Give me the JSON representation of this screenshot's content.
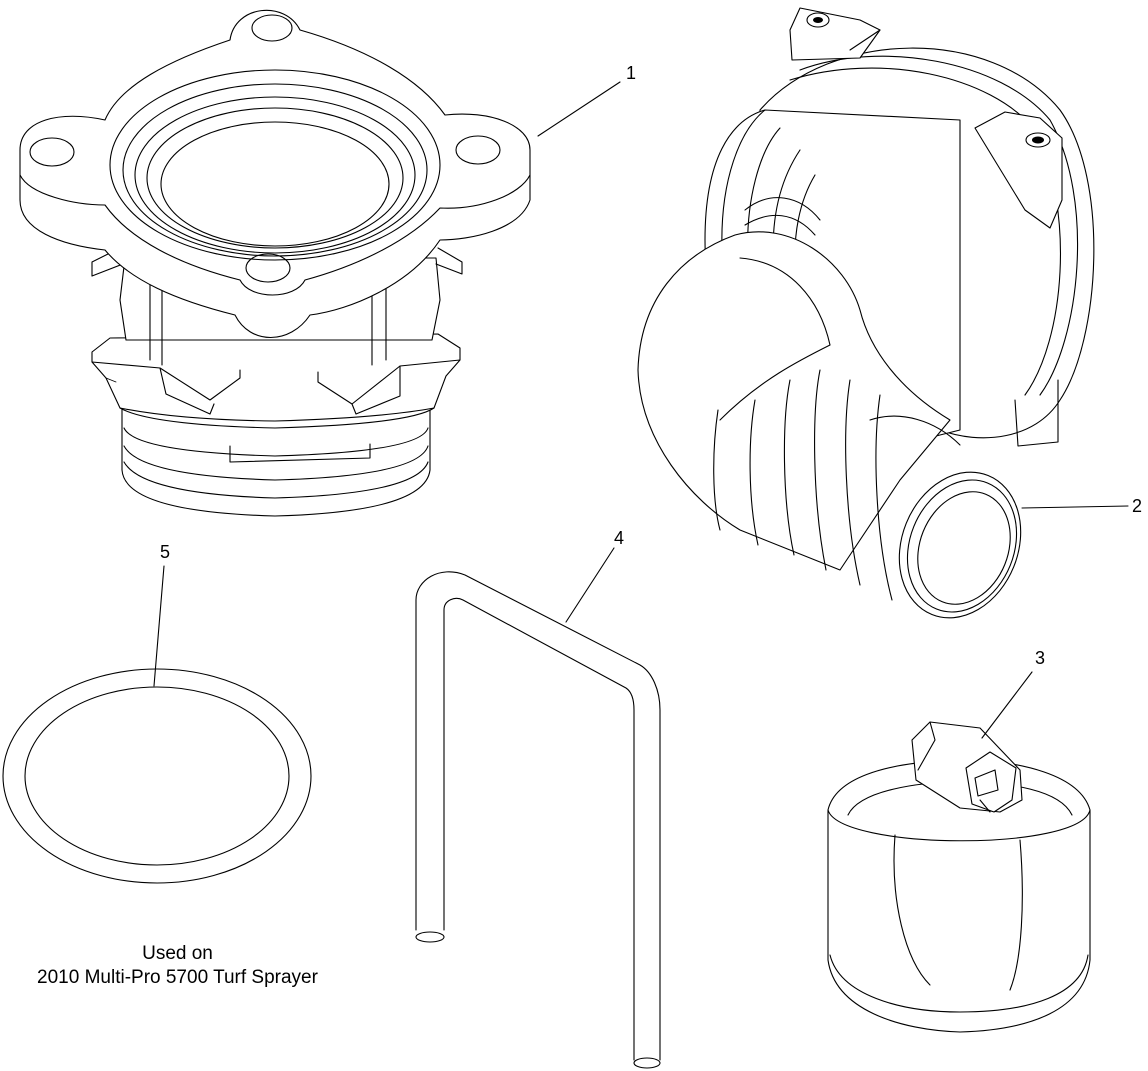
{
  "callouts": [
    {
      "id": "1",
      "label": "1"
    },
    {
      "id": "2",
      "label": "2"
    },
    {
      "id": "3",
      "label": "3"
    },
    {
      "id": "4",
      "label": "4"
    },
    {
      "id": "5",
      "label": "5"
    }
  ],
  "caption": {
    "line1": "Used on",
    "line2": "2010 Multi-Pro 5700 Turf Sprayer"
  }
}
